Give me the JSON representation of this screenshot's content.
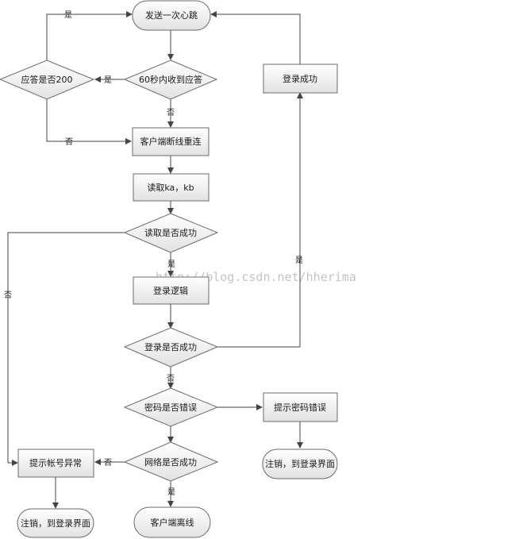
{
  "nodes": {
    "send_heartbeat": "发送一次心跳",
    "reply_in_60s": "60秒内收到应答",
    "reply_is_200": "应答是否200",
    "login_success": "登录成功",
    "client_reconnect": "客户端断线重连",
    "read_ka_kb": "读取ka，kb",
    "read_success": "读取是否成功",
    "login_logic": "登录逻辑",
    "login_is_success": "登录是否成功",
    "password_error": "密码是否错误",
    "show_password_error": "提示密码错误",
    "logout_right": "注销，到登录界面",
    "network_success": "网络是否成功",
    "show_account_error": "提示帐号异常",
    "logout_left": "注销，到登录界面",
    "client_offline": "客户端离线"
  },
  "edges": {
    "yes": "是",
    "no": "否"
  },
  "watermark": "http://blog.csdn.net/hherima",
  "colors": {
    "fill_top": "#ffffff",
    "fill_bottom": "#e2e2e2",
    "stroke": "#6b6b6b",
    "line": "#444444"
  }
}
